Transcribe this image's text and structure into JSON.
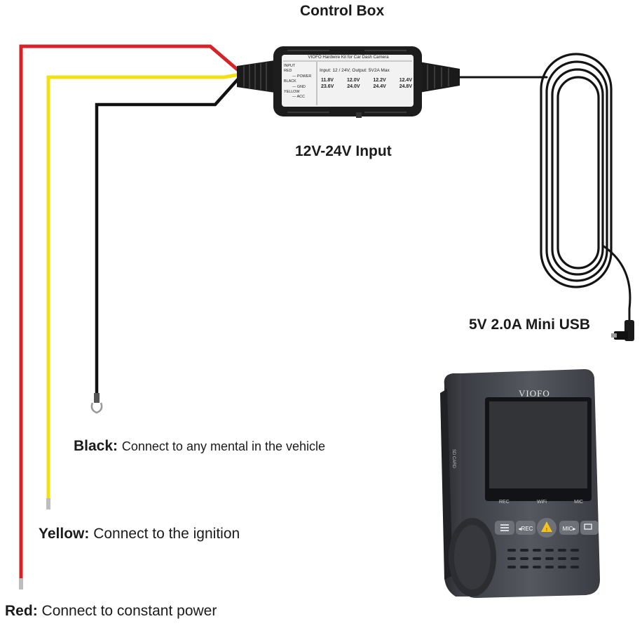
{
  "control_box_title": "Control Box",
  "input_label": "12V-24V Input",
  "usb_label": "5V 2.0A Mini USB",
  "box_text": {
    "header": "VIOFO Hardwire Kit for Car Dash Camera",
    "left_lines": [
      "INPUT",
      "RED",
      "— POWER",
      "BLACK",
      "— GND",
      "YELLOW",
      "— ACC"
    ],
    "spec": "Input: 12 / 24V; Output: 5V2A Max",
    "row1": [
      "11.8V",
      "12.0V",
      "12.2V",
      "12.4V"
    ],
    "row2": [
      "23.6V",
      "24.0V",
      "24.4V",
      "24.8V"
    ]
  },
  "camera": {
    "brand": "VIOFO",
    "indicators": [
      "REC",
      "WiFi",
      "MIC"
    ],
    "side_text": "SD CARD",
    "buttons": [
      "menu",
      "rec",
      "emergency",
      "mic",
      "screen"
    ]
  },
  "wires": [
    {
      "name": "Black",
      "desc": "Connect to any mental in the vehicle",
      "color": "#111111"
    },
    {
      "name": "Yellow",
      "desc": "Connect to the ignition",
      "color": "#f2e013"
    },
    {
      "name": "Red",
      "desc": "Connect to constant power",
      "color": "#d6232a"
    }
  ],
  "colon": ":"
}
